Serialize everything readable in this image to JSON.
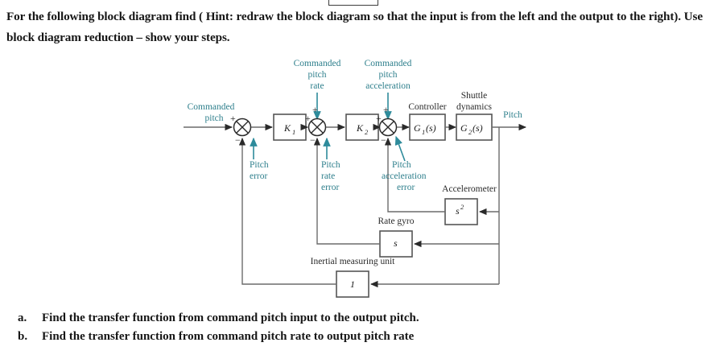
{
  "document": {
    "problem_statement": "For the following block diagram find ( Hint: redraw the block diagram so that the input is from the left and the output to the right).  Use block diagram reduction – show your steps.",
    "subquestions": [
      {
        "marker": "a.",
        "text": "Find the transfer function from command pitch input to the output pitch."
      },
      {
        "marker": "b.",
        "text": "Find the transfer function from command pitch rate to output pitch rate"
      }
    ]
  },
  "colors": {
    "teal_label": "#2e7f8c",
    "line": "#6b6b6b",
    "block_border": "#555555",
    "text": "#161616"
  },
  "diagram": {
    "title_labels": {
      "commanded_pitch": "Commanded\npitch",
      "commanded_pitch_rate": "Commanded\npitch\nrate",
      "commanded_pitch_acceleration": "Commanded\npitch\nacceleration",
      "controller": "Controller",
      "shuttle_dynamics": "Shuttle\ndynamics",
      "pitch_output": "Pitch"
    },
    "input_labels": [
      {
        "id": "commanded-pitch",
        "lines": [
          "Commanded",
          "pitch"
        ],
        "color": "#2e7f8c"
      },
      {
        "id": "commanded-pitch-rate",
        "lines": [
          "Commanded",
          "pitch",
          "rate"
        ],
        "color": "#2e7f8c"
      },
      {
        "id": "commanded-pitch-acceleration",
        "lines": [
          "Commanded",
          "pitch",
          "acceleration"
        ],
        "color": "#2e7f8c"
      }
    ],
    "error_labels": [
      {
        "id": "pitch-error",
        "lines": [
          "Pitch",
          "error"
        ],
        "color": "#2e7f8c"
      },
      {
        "id": "pitch-rate-error",
        "lines": [
          "Pitch",
          "rate",
          "error"
        ],
        "color": "#2e7f8c"
      },
      {
        "id": "pitch-acceleration-error",
        "lines": [
          "Pitch",
          "acceleration",
          "error"
        ],
        "color": "#2e7f8c"
      }
    ],
    "blocks": [
      {
        "id": "k1",
        "label": "K",
        "subscript": "1",
        "caption": ""
      },
      {
        "id": "k2",
        "label": "K",
        "subscript": "2",
        "caption": ""
      },
      {
        "id": "g1",
        "label": "G",
        "subscript": "1",
        "suffix": "(s)",
        "caption": "Controller"
      },
      {
        "id": "g2",
        "label": "G",
        "subscript": "2",
        "suffix": "(s)",
        "caption": "Shuttle\ndynamics"
      },
      {
        "id": "accelerometer",
        "label": "s",
        "superscript": "2",
        "caption": "Accelerometer"
      },
      {
        "id": "rate-gyro",
        "label": "s",
        "caption": "Rate gyro"
      },
      {
        "id": "imu",
        "label": "1",
        "caption": "Inertial measuring unit"
      }
    ],
    "captions": {
      "controller": "Controller",
      "shuttle_dynamics_line1": "Shuttle",
      "shuttle_dynamics_line2": "dynamics",
      "accelerometer": "Accelerometer",
      "rate_gyro": "Rate gyro",
      "imu": "Inertial measuring unit"
    },
    "summing_junctions": [
      {
        "id": "sum-1",
        "signs": {
          "left": "+",
          "top": "",
          "bottom": "−"
        }
      },
      {
        "id": "sum-2",
        "signs": {
          "left": "+",
          "top": "+",
          "bottom": "−"
        }
      },
      {
        "id": "sum-3",
        "signs": {
          "left": "+",
          "top": "+",
          "bottom": "−"
        }
      }
    ],
    "output_label": "Pitch"
  }
}
